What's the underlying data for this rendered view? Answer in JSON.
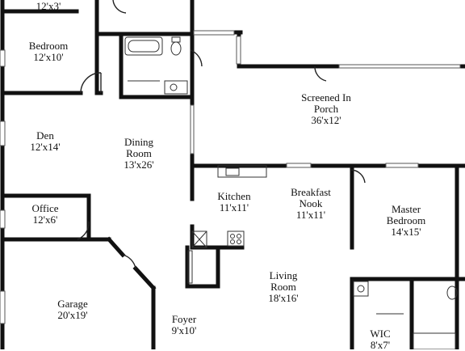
{
  "colors": {
    "wall": "#111111",
    "background": "#ffffff",
    "text": "#111111"
  },
  "rooms": [
    {
      "id": "bedroom-top",
      "name": "",
      "dims": "12'x3'"
    },
    {
      "id": "bedroom",
      "name": "Bedroom",
      "dims": "12'x10'"
    },
    {
      "id": "den",
      "name": "Den",
      "dims": "12'x14'"
    },
    {
      "id": "office",
      "name": "Office",
      "dims": "12'x6'"
    },
    {
      "id": "garage",
      "name": "Garage",
      "dims": "20'x19'"
    },
    {
      "id": "dining",
      "name": "Dining Room",
      "dims": "13'x26'"
    },
    {
      "id": "kitchen",
      "name": "Kitchen",
      "dims": "11'x11'"
    },
    {
      "id": "breakfast",
      "name": "Breakfast Nook",
      "dims": "11'x11'"
    },
    {
      "id": "porch",
      "name": "Screened In Porch",
      "dims": "36'x12'"
    },
    {
      "id": "master",
      "name": "Master Bedroom",
      "dims": "14'x15'"
    },
    {
      "id": "living",
      "name": "Living Room",
      "dims": "18'x16'"
    },
    {
      "id": "foyer",
      "name": "Foyer",
      "dims": "9'x10'"
    },
    {
      "id": "wic",
      "name": "WIC",
      "dims": "8'x7'"
    }
  ]
}
